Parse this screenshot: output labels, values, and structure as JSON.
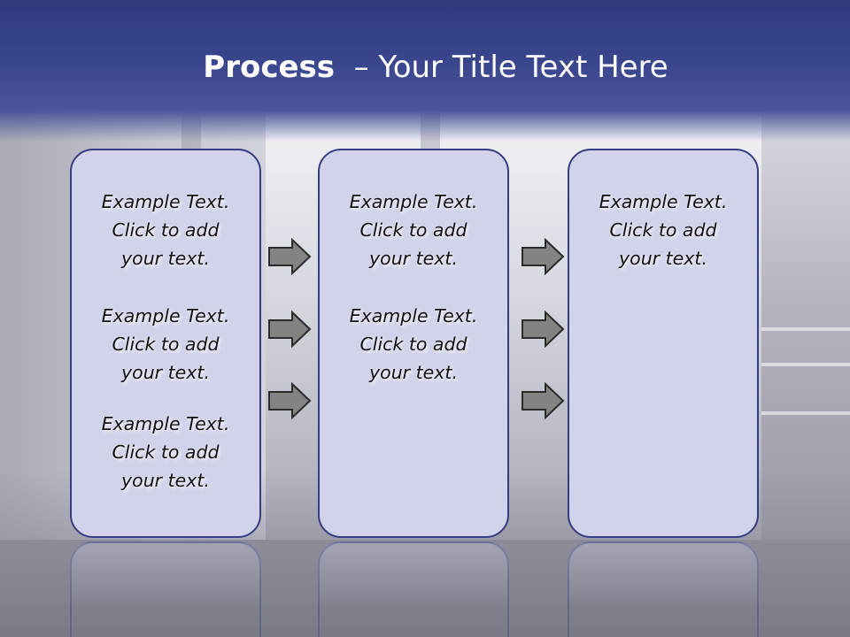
{
  "slide": {
    "title_bold": "Process",
    "title_rest": "– Your Title Text Here"
  },
  "columns": [
    {
      "blocks": [
        {
          "line1": "Example Text.",
          "line2": "Click  to add",
          "line3": "your text."
        },
        {
          "line1": "Example Text.",
          "line2": "Click  to add",
          "line3": "your text."
        },
        {
          "line1": "Example Text.",
          "line2": "Click  to add",
          "line3": "your text."
        }
      ]
    },
    {
      "blocks": [
        {
          "line1": "Example Text.",
          "line2": "Click  to add",
          "line3": "your text."
        },
        {
          "line1": "Example Text.",
          "line2": "Click  to add",
          "line3": "your text."
        }
      ]
    },
    {
      "blocks": [
        {
          "line1": "Example Text.",
          "line2": "Click  to add",
          "line3": "your text."
        }
      ]
    }
  ],
  "icons": {
    "connector": "right-arrow-icon"
  },
  "colors": {
    "title_bar": "#343f84",
    "box_fill": "#d0d3ea",
    "box_border": "#363d83",
    "arrow_fill": "#838383"
  }
}
